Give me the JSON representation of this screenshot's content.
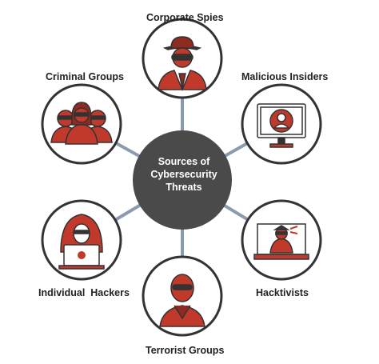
{
  "center": {
    "lines": [
      "Sources of",
      "Cybersecurity",
      "Threats"
    ]
  },
  "nodes": [
    {
      "label": "Corporate Spies",
      "icon": "spy-icon"
    },
    {
      "label": "Malicious Insiders",
      "icon": "monitor-person-icon"
    },
    {
      "label": "Hacktivists",
      "icon": "laptop-hacktivist-icon"
    },
    {
      "label": "Terrorist Groups",
      "icon": "masked-person-icon"
    },
    {
      "label": "Individual  Hackers",
      "icon": "hooded-hacker-icon"
    },
    {
      "label": "Criminal Groups",
      "icon": "masked-group-icon"
    }
  ],
  "colors": {
    "accent": "#c0392b",
    "accent_dark": "#8e2a20",
    "center_fill": "#4a4a4a",
    "connector": "#8a9bb0",
    "ring": "#333333"
  }
}
